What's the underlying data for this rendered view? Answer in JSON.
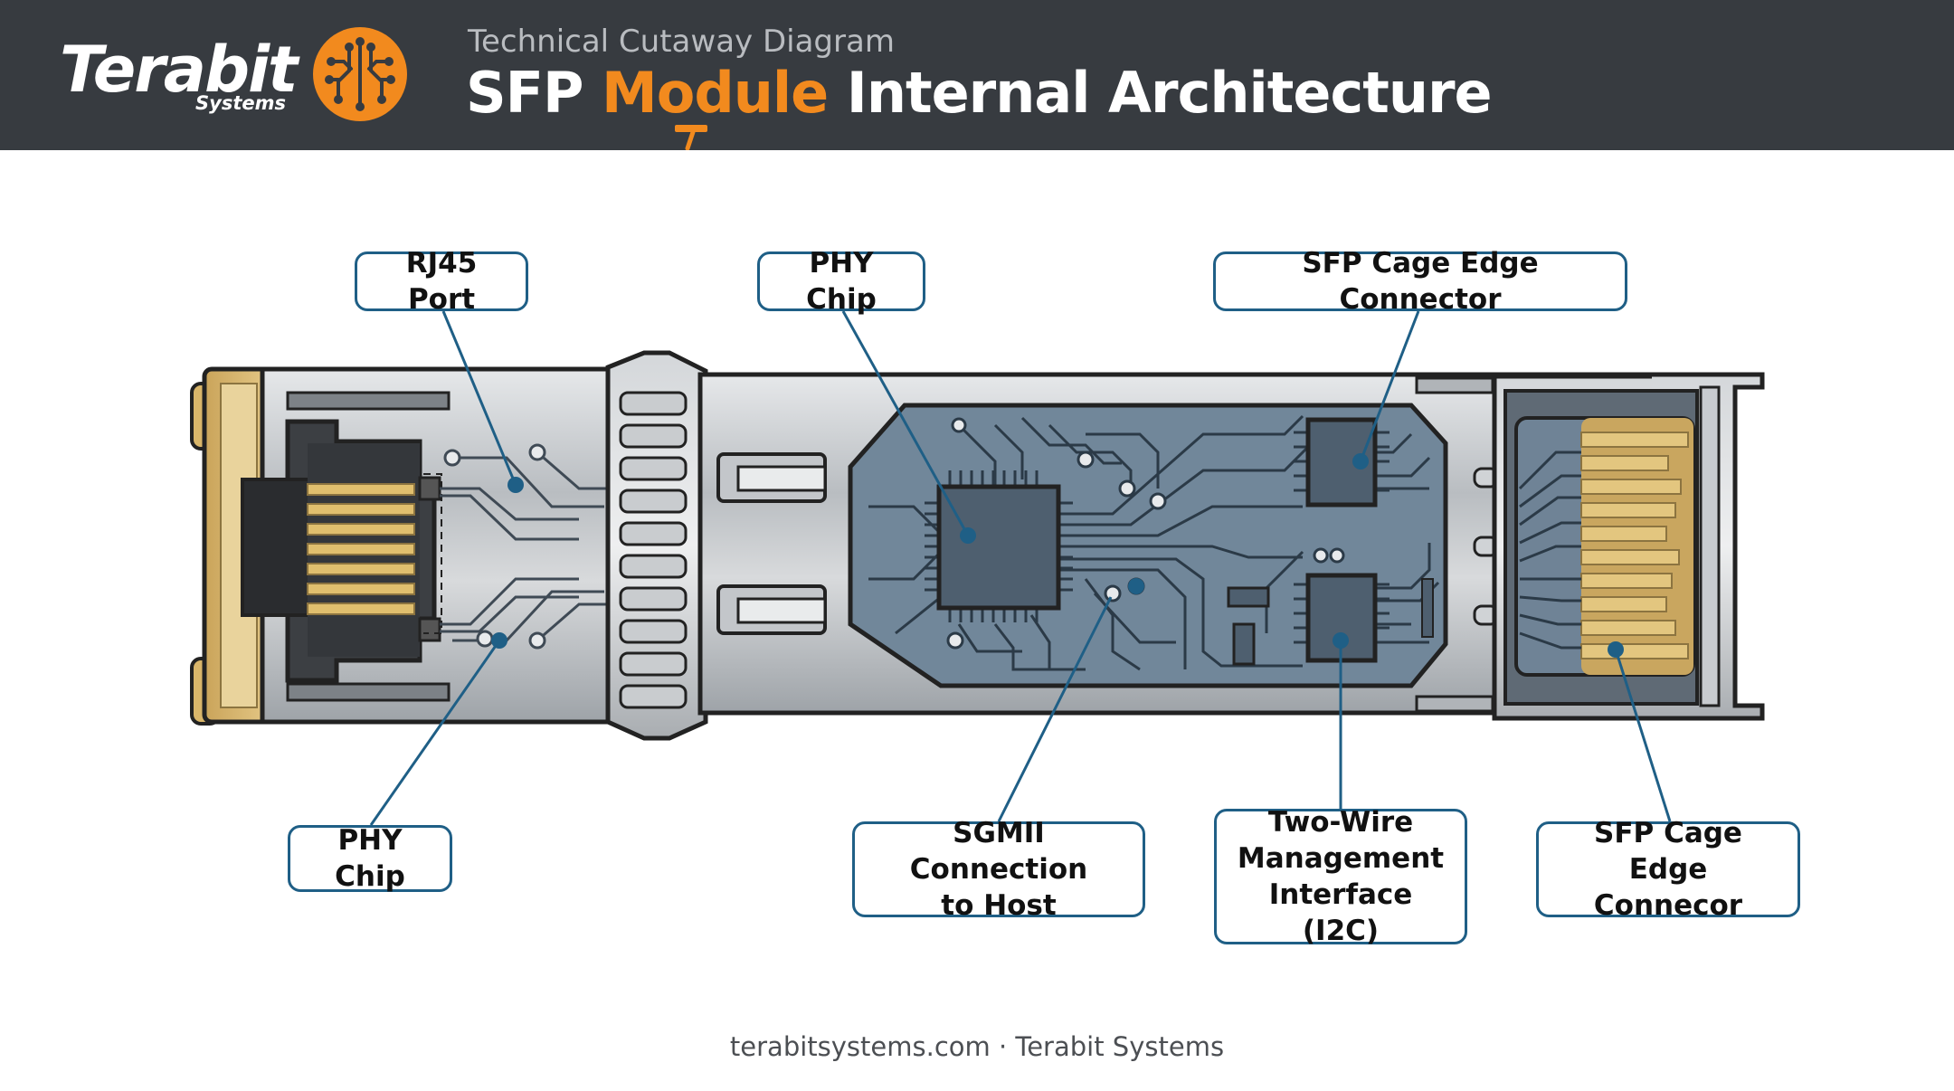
{
  "header": {
    "logo_word": "Terabit",
    "logo_sub": "Systems",
    "subtitle": "Technical Cutaway Diagram",
    "title_part1": "SFP",
    "title_accent": "Module",
    "title_part2": "Internal Architecture"
  },
  "callouts": {
    "rj45_port": "RJ45 Port",
    "phy_chip_top": "PHY Chip",
    "sfp_cage_edge_connector": "SFP Cage Edge Connector",
    "phy_chip_bottom": "PHY Chip",
    "sgmii_line1": "SGMII Connection",
    "sgmii_line2": "to Host",
    "twowire_line1": "Two-Wire",
    "twowire_line2": "Management",
    "twowire_line3": "Interface (I2C)",
    "sfp_cage_line1": "SFP Cage",
    "sfp_cage_line2": "Edge Connecor"
  },
  "footer": "terabitsystems.com · Terabit Systems",
  "colors": {
    "header_bg": "#373b40",
    "accent": "#f28a1e",
    "callout_border": "#1f5f86",
    "pcb": "#6e8498",
    "gold": "#d9b66a",
    "metal": "#c4c7cb"
  }
}
